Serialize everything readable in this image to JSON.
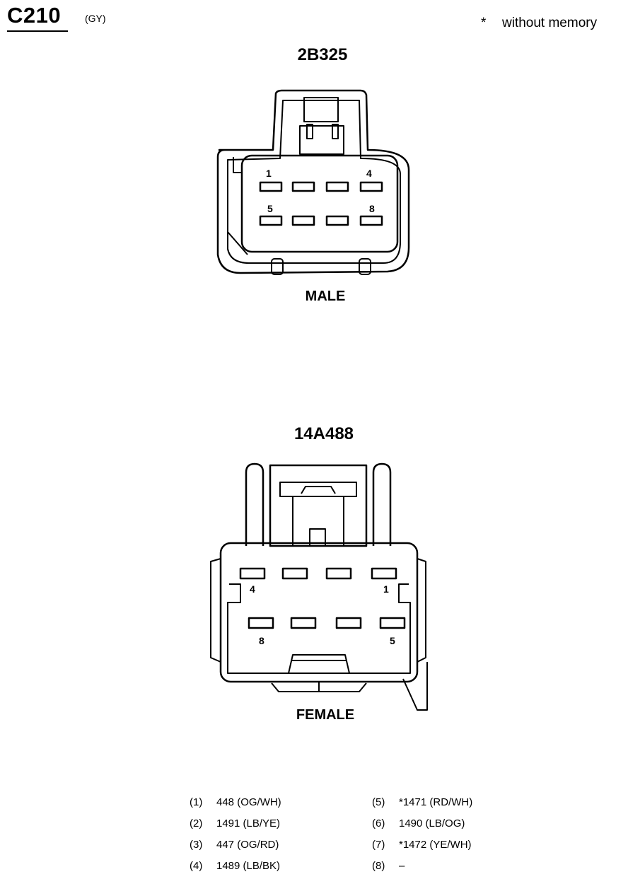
{
  "header": {
    "connector_id": "C210",
    "connector_color": "(GY)",
    "note_symbol": "*",
    "note_text": "without memory"
  },
  "male": {
    "part_number": "2B325",
    "label": "MALE",
    "pin_labels": [
      "1",
      "4",
      "5",
      "8"
    ]
  },
  "female": {
    "part_number": "14A488",
    "label": "FEMALE",
    "pin_labels": [
      "4",
      "1",
      "8",
      "5"
    ]
  },
  "pins": [
    {
      "pin": "(1)",
      "circuit": "448 (OG/WH)"
    },
    {
      "pin": "(2)",
      "circuit": "1491 (LB/YE)"
    },
    {
      "pin": "(3)",
      "circuit": "447 (OG/RD)"
    },
    {
      "pin": "(4)",
      "circuit": "1489 (LB/BK)"
    },
    {
      "pin": "(5)",
      "circuit": "*1471 (RD/WH)"
    },
    {
      "pin": "(6)",
      "circuit": "1490 (LB/OG)"
    },
    {
      "pin": "(7)",
      "circuit": "*1472 (YE/WH)"
    },
    {
      "pin": "(8)",
      "circuit": "–"
    }
  ]
}
